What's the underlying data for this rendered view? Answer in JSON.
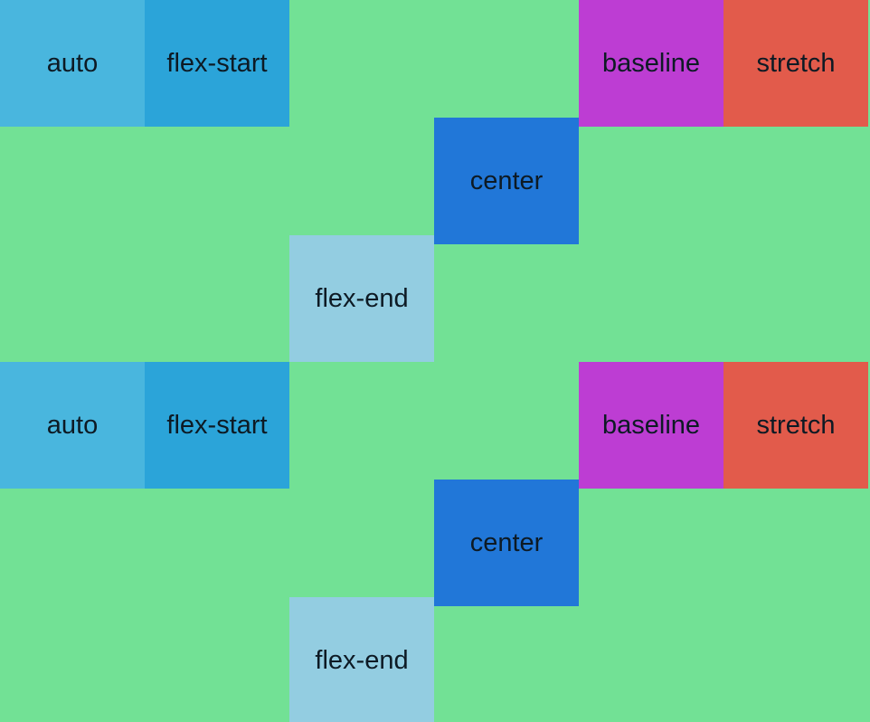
{
  "rows": [
    {
      "items": [
        {
          "label": "auto",
          "color": "#49b6de"
        },
        {
          "label": "flex-start",
          "color": "#2ba4d9"
        },
        {
          "label": "flex-end",
          "color": "#93cde1"
        },
        {
          "label": "center",
          "color": "#2177d8"
        },
        {
          "label": "baseline",
          "color": "#bd3dd3"
        },
        {
          "label": "stretch",
          "color": "#e25b4b"
        }
      ]
    },
    {
      "items": [
        {
          "label": "auto",
          "color": "#49b6de"
        },
        {
          "label": "flex-start",
          "color": "#2ba4d9"
        },
        {
          "label": "flex-end",
          "color": "#93cde1"
        },
        {
          "label": "center",
          "color": "#2177d8"
        },
        {
          "label": "baseline",
          "color": "#bd3dd3"
        },
        {
          "label": "stretch",
          "color": "#e25b4b"
        }
      ]
    }
  ],
  "container_color": "#72e195"
}
